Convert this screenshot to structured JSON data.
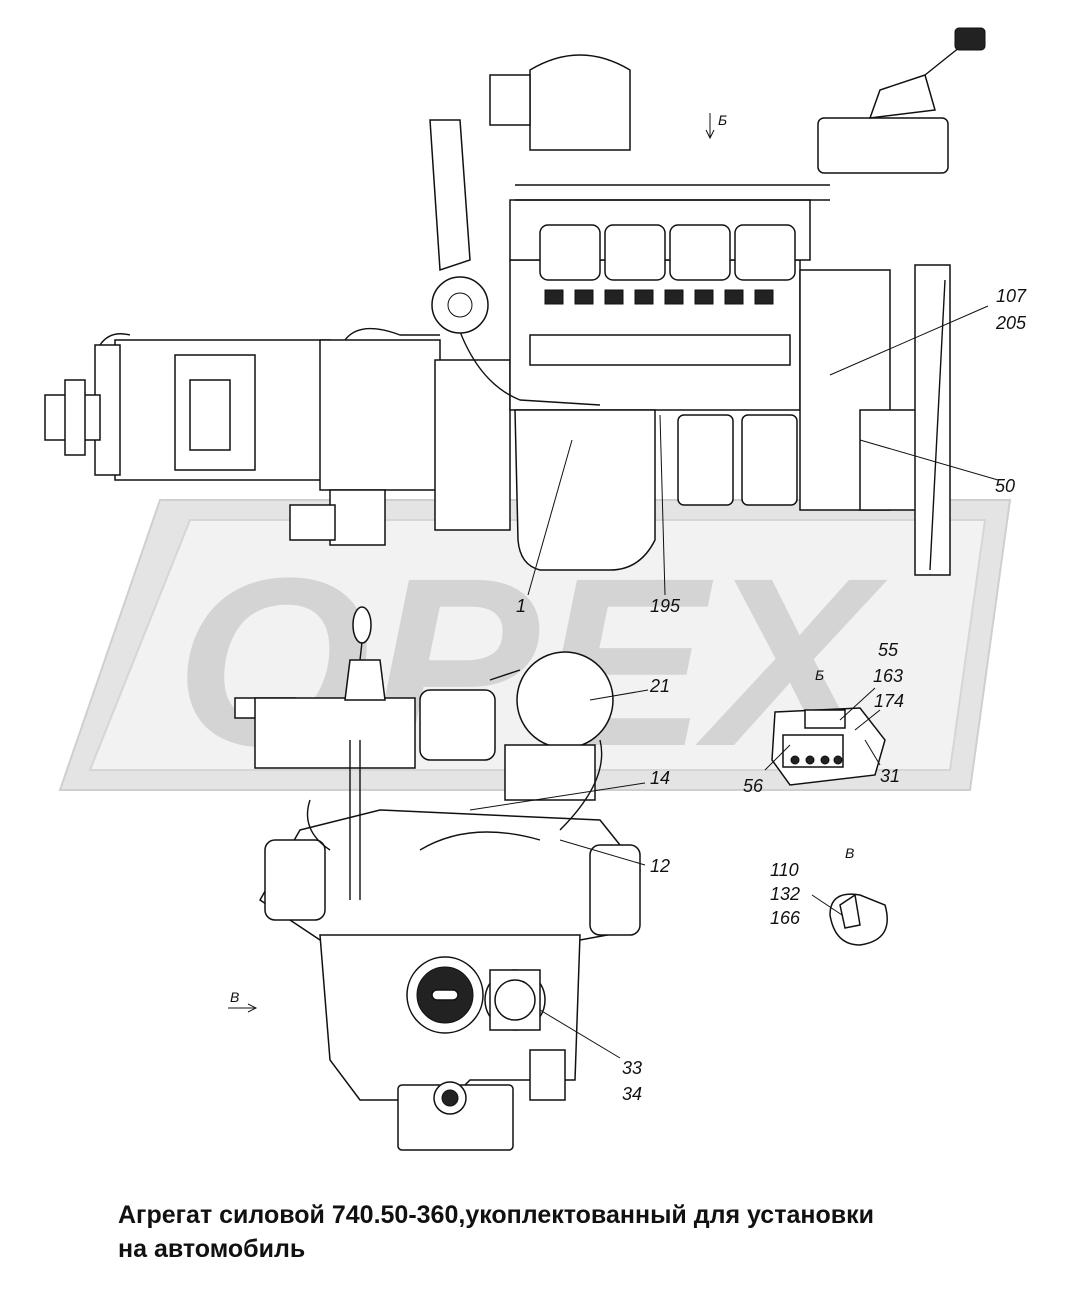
{
  "watermark": {
    "text": "OPEX",
    "color": "#d9d9d9"
  },
  "caption": {
    "line1": "Агрегат силовой 740.50-360,укоплектованный для установки",
    "line2": "на автомобиль"
  },
  "views": {
    "b_top": "Б",
    "b_detail": "Б",
    "v_detail": "В",
    "v_arrow": "В"
  },
  "callouts": {
    "c107": "107",
    "c205": "205",
    "c50": "50",
    "c1": "1",
    "c195": "195",
    "c55": "55",
    "c163": "163",
    "c174": "174",
    "c21": "21",
    "c56": "56",
    "c31": "31",
    "c14": "14",
    "c12": "12",
    "c110": "110",
    "c132": "132",
    "c166": "166",
    "c33": "33",
    "c34": "34"
  }
}
